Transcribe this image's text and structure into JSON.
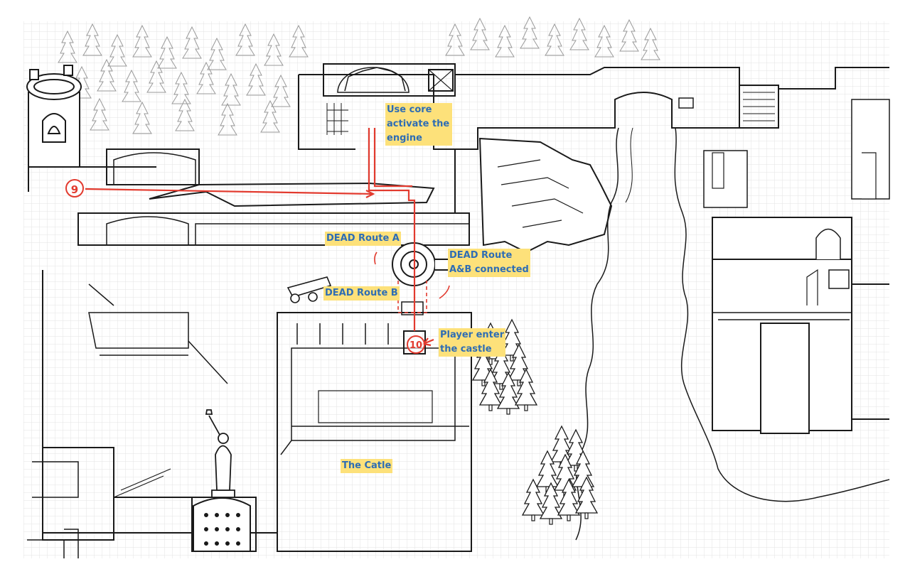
{
  "map": {
    "labels": {
      "use_core": "Use core\nactivate the\nengine",
      "dead_route_a": "DEAD Route A",
      "dead_route_b": "DEAD Route B",
      "dead_route_ab": "DEAD Route\nA&B connected",
      "player_enter": "Player enter\nthe castle",
      "castle": "The Catle"
    },
    "markers": {
      "start": "9",
      "end": "10"
    },
    "colors": {
      "route": "#e23a2e",
      "label_bg": "#fde17a",
      "label_text": "#2e6db4",
      "ink": "#1a1a1a",
      "grid": "#e3e3e3"
    }
  }
}
